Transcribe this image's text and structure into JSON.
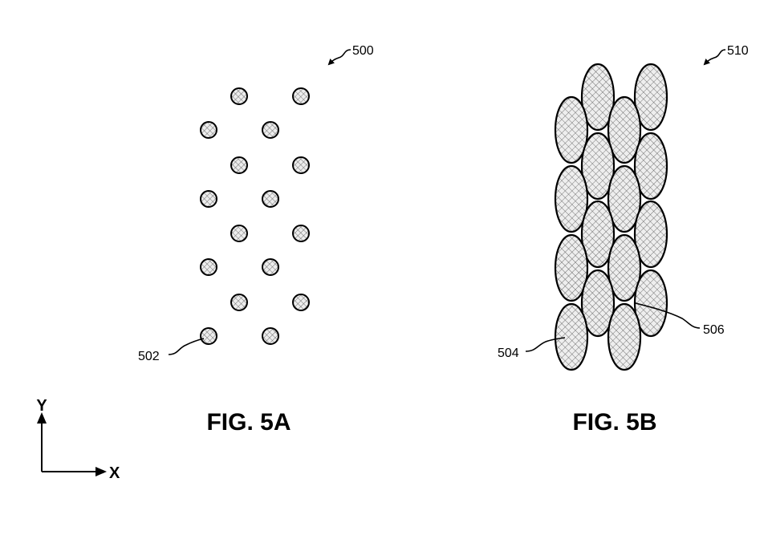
{
  "figure_a": {
    "ref_number": "500",
    "particle_ref": "502",
    "caption": "FIG. 5A"
  },
  "figure_b": {
    "ref_number": "510",
    "particle_ref": "504",
    "overlap_ref": "506",
    "caption": "FIG. 5B"
  },
  "axes": {
    "y_label": "Y",
    "x_label": "X"
  }
}
